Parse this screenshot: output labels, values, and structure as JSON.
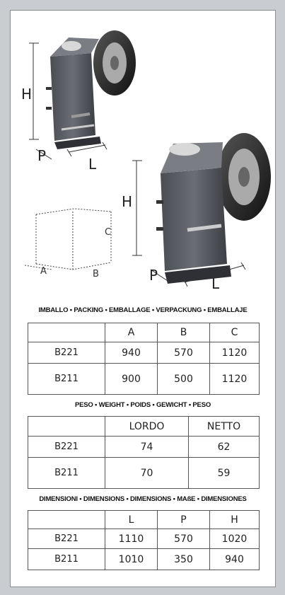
{
  "illustration": {
    "machine1_dims": {
      "h": "H",
      "p": "P",
      "l": "L"
    },
    "machine2_dims": {
      "h": "H",
      "p": "P",
      "l": "L"
    },
    "box_dims": {
      "a": "A",
      "b": "B",
      "c": "C"
    }
  },
  "packing": {
    "title": "IMBALLO • PACKING • EMBALLAGE • VERPACKUNG • EMBALLAJE",
    "headers": [
      "",
      "A",
      "B",
      "C"
    ],
    "rows": [
      {
        "model": "B221",
        "values": [
          "940",
          "570",
          "1120"
        ]
      },
      {
        "model": "B211",
        "values": [
          "900",
          "500",
          "1120"
        ]
      }
    ]
  },
  "weight": {
    "title": "PESO • WEIGHT • POIDS • GEWICHT • PESO",
    "headers": [
      "",
      "LORDO",
      "NETTO"
    ],
    "rows": [
      {
        "model": "B221",
        "values": [
          "74",
          "62"
        ]
      },
      {
        "model": "B211",
        "values": [
          "70",
          "59"
        ]
      }
    ]
  },
  "dimensions": {
    "title": "DIMENSIONI • DIMENSIONS • DIMENSIONS • MAßE • DIMENSIONES",
    "headers": [
      "",
      "L",
      "P",
      "H"
    ],
    "rows": [
      {
        "model": "B221",
        "values": [
          "1110",
          "570",
          "1020"
        ]
      },
      {
        "model": "B211",
        "values": [
          "1010",
          "350",
          "940"
        ]
      }
    ]
  }
}
